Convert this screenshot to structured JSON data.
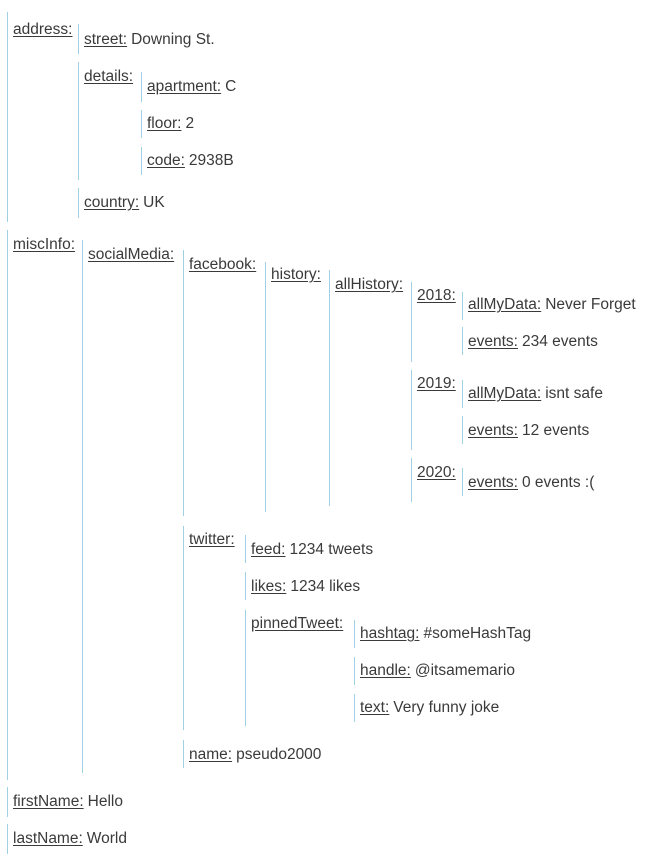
{
  "tree": {
    "address": {
      "key": "address:",
      "street": {
        "key": "street:",
        "value": "Downing St."
      },
      "details": {
        "key": "details:",
        "apartment": {
          "key": "apartment:",
          "value": "C"
        },
        "floor": {
          "key": "floor:",
          "value": "2"
        },
        "code": {
          "key": "code:",
          "value": "2938B"
        }
      },
      "country": {
        "key": "country:",
        "value": "UK"
      }
    },
    "miscInfo": {
      "key": "miscInfo:",
      "socialMedia": {
        "key": "socialMedia:",
        "facebook": {
          "key": "facebook:",
          "history": {
            "key": "history:",
            "allHistory": {
              "key": "allHistory:",
              "y2018": {
                "key": "2018:",
                "allMyData": {
                  "key": "allMyData:",
                  "value": "Never Forget"
                },
                "events": {
                  "key": "events:",
                  "value": "234 events"
                }
              },
              "y2019": {
                "key": "2019:",
                "allMyData": {
                  "key": "allMyData:",
                  "value": "isnt safe"
                },
                "events": {
                  "key": "events:",
                  "value": "12 events"
                }
              },
              "y2020": {
                "key": "2020:",
                "events": {
                  "key": "events:",
                  "value": "0 events :("
                }
              }
            }
          }
        },
        "twitter": {
          "key": "twitter:",
          "feed": {
            "key": "feed:",
            "value": "1234 tweets"
          },
          "likes": {
            "key": "likes:",
            "value": "1234 likes"
          },
          "pinnedTweet": {
            "key": "pinnedTweet:",
            "hashtag": {
              "key": "hashtag:",
              "value": "#someHashTag"
            },
            "handle": {
              "key": "handle:",
              "value": "@itsamemario"
            },
            "text": {
              "key": "text:",
              "value": "Very funny joke"
            }
          }
        },
        "name": {
          "key": "name:",
          "value": "pseudo2000"
        }
      }
    },
    "firstName": {
      "key": "firstName:",
      "value": "Hello"
    },
    "lastName": {
      "key": "lastName:",
      "value": "World"
    }
  }
}
